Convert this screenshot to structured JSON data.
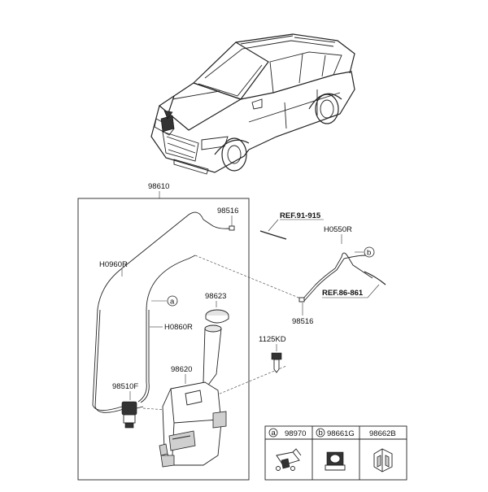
{
  "parts": {
    "assembly": "98610",
    "nozzle_connector": "98516",
    "nozzle_connector_lower": "98516",
    "hose_front": "H0960R",
    "hose_rear": "H0860R",
    "hose_right": "H0550R",
    "cap": "98623",
    "reservoir": "98620",
    "pump": "98510F",
    "bolt": "1125KD"
  },
  "refs": {
    "upper": "REF.91-915",
    "lower": "REF.86-861"
  },
  "callouts": {
    "a": "a",
    "b": "b"
  },
  "legend": {
    "items": [
      {
        "letter": "a",
        "code": "98970"
      },
      {
        "letter": "b",
        "code": "98661G"
      },
      {
        "letter": "",
        "code": "98662B"
      }
    ]
  }
}
